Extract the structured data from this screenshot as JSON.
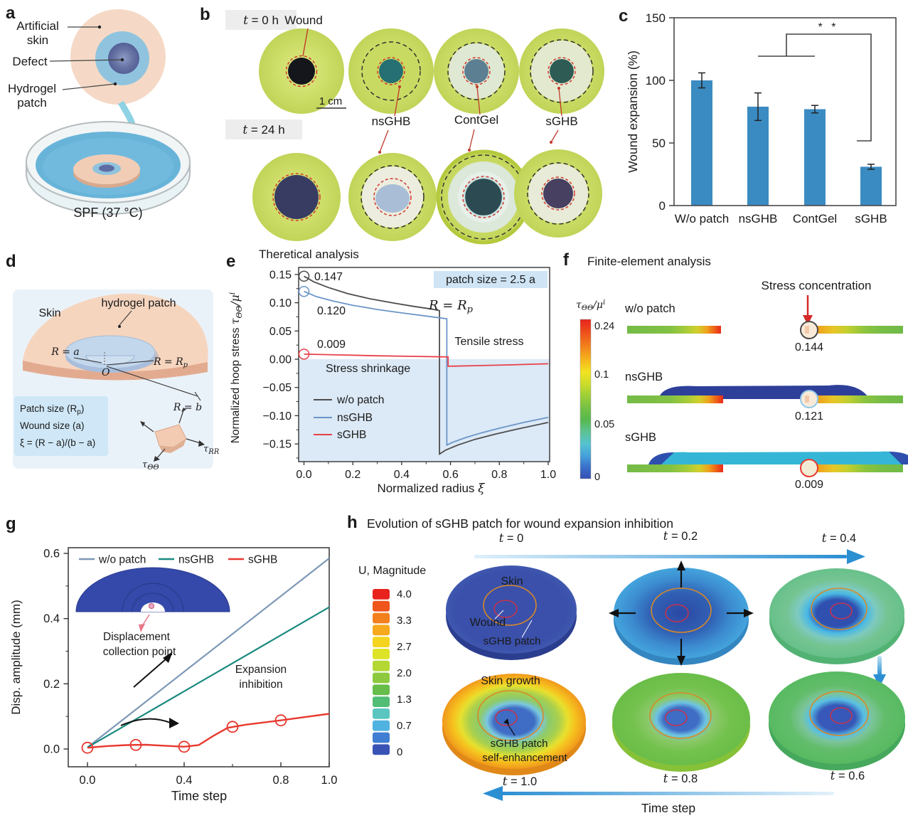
{
  "a": {
    "label": "a",
    "artificial": [
      "Artificial",
      "skin"
    ],
    "defect": "Defect",
    "hydrogel": [
      "Hydrogel",
      "patch"
    ],
    "dish": "SPF (37 °C)"
  },
  "b": {
    "label": "b",
    "t0": {
      "sym": "t",
      "rest": " = 0 h"
    },
    "t24": {
      "sym": "t",
      "rest": " = 24 h"
    },
    "wound": "Wound",
    "scale": "1 cm",
    "samples": [
      "nsGHB",
      "ContGel",
      "sGHB"
    ]
  },
  "c": {
    "label": "c"
  },
  "d": {
    "label": "d",
    "skin": "Skin",
    "patch": "hydrogel patch",
    "ra": "R = a",
    "o": "O",
    "rrp": [
      "R = R",
      "p"
    ],
    "rb": "R = b",
    "box": {
      "l1": [
        "Patch size (R",
        "p",
        ")"
      ],
      "l2": "Wound size (a)",
      "l3": "ξ = (R − a)/(b − a)"
    },
    "tau_theta": [
      "τ",
      "ΘΘ"
    ],
    "tau_rr": [
      "τ",
      "RR"
    ]
  },
  "e": {
    "label": "e"
  },
  "f": {
    "label": "f",
    "title": "Finite-element analysis",
    "concentration": "Stress concentration",
    "stress_parts": [
      "τ",
      "ΘΘ",
      "/μ",
      "i"
    ],
    "colorbar_ticks": [
      "0.24",
      "0.1",
      "0.05",
      "0"
    ],
    "rows": [
      {
        "name": "w/o patch",
        "value": "0.144"
      },
      {
        "name": "nsGHB",
        "value": "0.121"
      },
      {
        "name": "sGHB",
        "value": "0.009"
      }
    ]
  },
  "g": {
    "label": "g",
    "displacement": [
      "Displacement",
      "collection point"
    ],
    "expansion": [
      "Expansion",
      "inhibition"
    ]
  },
  "h": {
    "label": "h",
    "title": "Evolution of sGHB patch for wound expansion inhibition",
    "colorbar_label": "U, Magnitude",
    "colorbar_ticks": [
      "4.0",
      "3.3",
      "2.7",
      "2.0",
      "1.3",
      "0.7",
      "0"
    ],
    "top_times": [
      {
        "sym": "t",
        "rest": " = 0"
      },
      {
        "sym": "t",
        "rest": " = 0.2"
      },
      {
        "sym": "t",
        "rest": " = 0.4"
      }
    ],
    "bottom_times": [
      {
        "sym": "t",
        "rest": " = 1.0"
      },
      {
        "sym": "t",
        "rest": " = 0.8"
      },
      {
        "sym": "t",
        "rest": " = 0.6"
      }
    ],
    "time_axis": "Time step",
    "skin": "Skin",
    "wound": "Wound",
    "patch": "sGHB patch",
    "growth": "Skin growth",
    "self_enhance": [
      "sGHB patch",
      "self-enhancement"
    ]
  },
  "chart_data": [
    {
      "id": "c",
      "type": "bar",
      "ylabel": "Wound expansion (%)",
      "categories": [
        "W/o patch",
        "nsGHB",
        "ContGel",
        "sGHB"
      ],
      "values": [
        100,
        79,
        77,
        31
      ],
      "errors": [
        6,
        11,
        3,
        2
      ],
      "yticks": [
        0,
        50,
        100,
        150
      ],
      "ylim": [
        0,
        150
      ],
      "bar_color": "#3a8bc2",
      "significance": "* *",
      "sig_groups": [
        "nsGHB",
        "ContGel"
      ],
      "sig_target": "sGHB"
    },
    {
      "id": "e",
      "type": "line",
      "title": "Theretical analysis",
      "xlabel_parts": [
        "Normalized radius ",
        "ξ"
      ],
      "ylabel_parts": [
        "Normalized hoop stress ",
        "τ",
        "ΘΘ",
        "/μ",
        "i"
      ],
      "xticks": [
        0,
        0.2,
        0.4,
        0.6,
        0.8,
        1
      ],
      "yticks": [
        {
          "v": 0.15,
          "t": "0.15"
        },
        {
          "v": 0.1,
          "t": "0.10"
        },
        {
          "v": 0.05,
          "t": "0.05"
        },
        {
          "v": 0,
          "t": "0.00"
        },
        {
          "v": -0.05,
          "t": "−0.05"
        },
        {
          "v": -0.1,
          "t": "−0.10"
        },
        {
          "v": -0.15,
          "t": "−0.15"
        }
      ],
      "xlim": [
        0,
        1
      ],
      "ylim": [
        -0.181,
        0.163
      ],
      "annotations": {
        "patch_box": "patch size = 2.5 a",
        "r_rp": [
          "R = R",
          "p"
        ],
        "tensile": "Tensile stress",
        "shrinkage": "Stress shrinkage"
      },
      "series": [
        {
          "name": "w/o patch",
          "color": "#4d4d4d",
          "start_label": "0.147",
          "x": [
            0,
            0.04,
            0.1,
            0.18,
            0.27,
            0.36,
            0.45,
            0.52,
            0.555,
            0.555,
            0.58,
            0.63,
            0.7,
            0.78,
            0.87,
            1
          ],
          "y": [
            0.147,
            0.137,
            0.127,
            0.116,
            0.107,
            0.1,
            0.0935,
            0.089,
            0.086,
            -0.168,
            -0.161,
            -0.152,
            -0.142,
            -0.133,
            -0.124,
            -0.112
          ]
        },
        {
          "name": "nsGHB",
          "color": "#6b96c8",
          "start_label": "0.120",
          "x": [
            0,
            0.05,
            0.12,
            0.2,
            0.3,
            0.4,
            0.5,
            0.585,
            0.585,
            0.61,
            0.66,
            0.73,
            0.81,
            0.9,
            1
          ],
          "y": [
            0.12,
            0.111,
            0.103,
            0.0955,
            0.088,
            0.082,
            0.0765,
            0.0715,
            -0.152,
            -0.147,
            -0.139,
            -0.13,
            -0.121,
            -0.112,
            -0.103
          ]
        },
        {
          "name": "sGHB",
          "color": "#e8404a",
          "start_label": "0.009",
          "x": [
            0,
            0.15,
            0.3,
            0.45,
            0.59,
            0.59,
            0.7,
            0.85,
            1
          ],
          "y": [
            0.009,
            0.0075,
            0.006,
            0.005,
            0.004,
            -0.0125,
            -0.0115,
            -0.01,
            -0.008
          ]
        }
      ]
    },
    {
      "id": "g",
      "type": "line",
      "xlabel": "Time step",
      "ylabel": "Disp. amplitude (mm)",
      "xticks": [
        0,
        0.4,
        0.8,
        1
      ],
      "xticks_minor": [
        0.2,
        0.6
      ],
      "yticks": [
        0,
        0.2,
        0.4,
        0.6
      ],
      "yticks_minor": [
        0.1,
        0.3,
        0.5
      ],
      "xlim": [
        -0.08,
        1
      ],
      "ylim": [
        -0.045,
        0.62
      ],
      "series": [
        {
          "name": "w/o patch",
          "color": "#7d98b6",
          "x": [
            0,
            1
          ],
          "y": [
            0.005,
            0.585
          ]
        },
        {
          "name": "nsGHB",
          "color": "#1b8a80",
          "x": [
            0,
            1
          ],
          "y": [
            0.005,
            0.435
          ]
        },
        {
          "name": "sGHB",
          "color": "#e8392f",
          "x": [
            0,
            0.08,
            0.16,
            0.24,
            0.32,
            0.4,
            0.46,
            0.52,
            0.58,
            0.66,
            0.8,
            0.9,
            1
          ],
          "y": [
            0.004,
            0.009,
            0.012,
            0.013,
            0.01,
            0.007,
            0.012,
            0.04,
            0.065,
            0.075,
            0.088,
            0.098,
            0.108
          ],
          "markers_x": [
            0,
            0.2,
            0.4,
            0.6,
            0.8
          ],
          "markers_y": [
            0.004,
            0.0125,
            0.007,
            0.068,
            0.088
          ]
        }
      ]
    }
  ]
}
